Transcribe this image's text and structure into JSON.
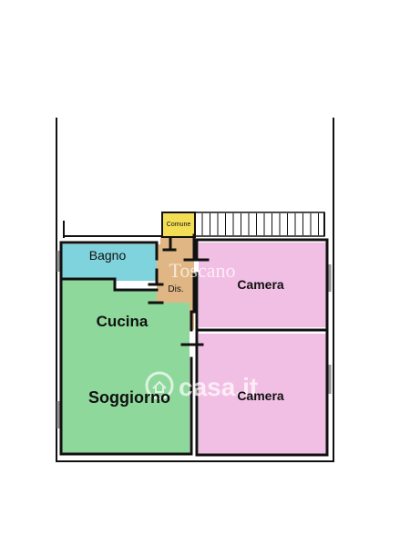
{
  "plan": {
    "rooms": {
      "bagno": {
        "label": "Bagno",
        "color": "#7fd3dc"
      },
      "cucina": {
        "label": "Cucina",
        "color": "#8ed89b"
      },
      "soggiorno": {
        "label": "Soggiorno",
        "color": "#8ed89b"
      },
      "dis": {
        "label": "Dis.",
        "color": "#e0b784"
      },
      "comune": {
        "label": "Comune",
        "color": "#f3dd55"
      },
      "camera_top": {
        "label": "Camera",
        "color": "#f2bfe4"
      },
      "camera_bottom": {
        "label": "Camera",
        "color": "#f2bfe4"
      }
    },
    "watermarks": {
      "agency": "Toscano",
      "site": "casa.it"
    }
  }
}
